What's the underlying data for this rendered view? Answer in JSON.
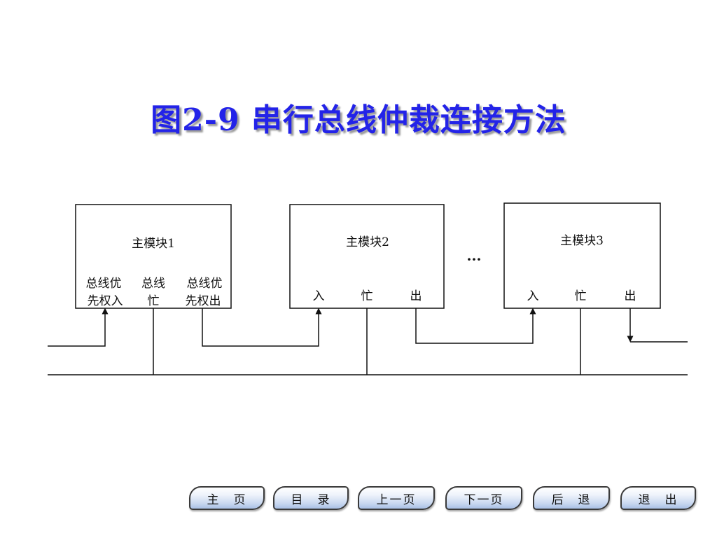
{
  "slide": {
    "title": "图2-9 串行总线仲裁连接方法"
  },
  "diagram": {
    "modules": [
      {
        "name": "主模块1",
        "ports": {
          "in_line1": "总线优",
          "in_line2": "先权入",
          "busy_line1": "总线",
          "busy_line2": "忙",
          "out_line1": "总线优",
          "out_line2": "先权出"
        }
      },
      {
        "name": "主模块2",
        "ports": {
          "in": "入",
          "busy": "忙",
          "out": "出"
        }
      },
      {
        "name": "主模块3",
        "ports": {
          "in": "入",
          "busy": "忙",
          "out": "出"
        }
      }
    ],
    "ellipsis": "···"
  },
  "nav": {
    "buttons": [
      {
        "label": "主　页"
      },
      {
        "label": "目　录"
      },
      {
        "label": "上一页"
      },
      {
        "label": "下一页"
      },
      {
        "label": "后　退"
      },
      {
        "label": "退　出"
      }
    ]
  }
}
